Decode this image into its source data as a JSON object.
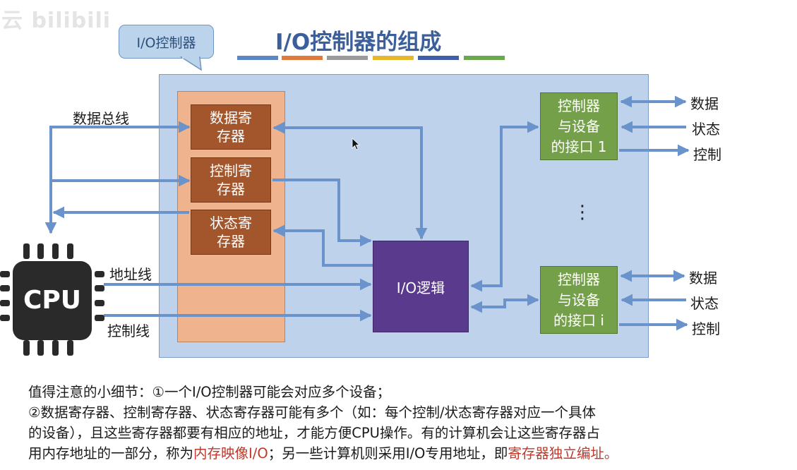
{
  "watermark": "云 bilibili",
  "callout_label": "I/O控制器",
  "title": "I/O控制器的组成",
  "title_stripes": [
    "#5b87c5",
    "#e07a3a",
    "#9a9a9a",
    "#e6b830",
    "#3f5fa8",
    "#6aa84f"
  ],
  "registers": {
    "data": "数据寄\n存器",
    "control": "控制寄\n存器",
    "status": "状态寄\n存器"
  },
  "io_logic": "I/O逻辑",
  "interfaces": [
    {
      "label": "控制器\n与设备\n的接口 1",
      "signals": [
        "数据",
        "状态",
        "控制"
      ]
    },
    {
      "label": "控制器\n与设备\n的接口 i",
      "signals": [
        "数据",
        "状态",
        "控制"
      ]
    }
  ],
  "ellipsis": "⋮",
  "bus_labels": {
    "data_bus": "数据总线",
    "address_bus": "地址线",
    "control_bus": "控制线"
  },
  "cpu_label": "CPU",
  "note": {
    "line1": "值得注意的小细节：①一个I/O控制器可能会对应多个设备；",
    "line2_a": "②数据寄存器、控制寄存器、状态寄存器可能有多个（如：每个控制/状态寄存器对应一个具体",
    "line2_b": "的设备），且这些寄存器都要有相应的地址，才能方便CPU操作。有的计算机会让这些寄存器占",
    "line2_c": "用内存地址的一部分，称为",
    "memory_mapped": "内存映像I/O",
    "line2_d": "；另一些计算机则采用I/O专用地址，即",
    "independent": "寄存器独立编址。"
  },
  "colors": {
    "arrow": "#6a92cb",
    "panel": "#bed2eb",
    "register": "#a3552c",
    "io_logic": "#5a3a8d",
    "interface": "#75a04a",
    "highlight": "#c0392b"
  }
}
